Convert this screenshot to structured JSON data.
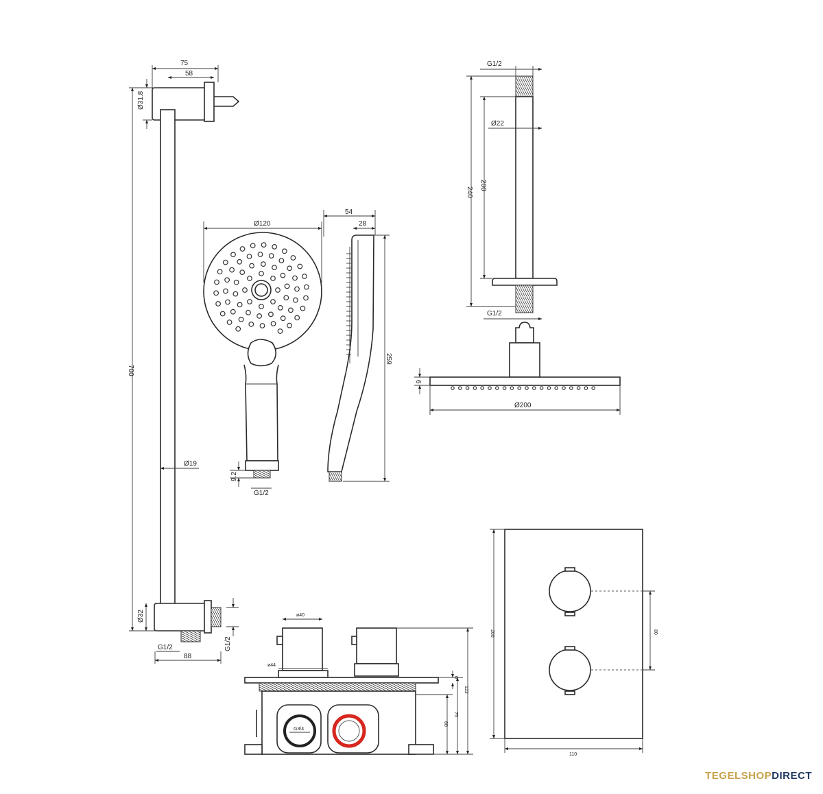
{
  "slide_bar": {
    "dims": {
      "overall_depth": "75",
      "holder_depth": "58",
      "bracket_dia": "Ø31.8",
      "length": "700",
      "rod_dia": "Ø19",
      "bottom_dia": "Ø32",
      "thread_left": "G1/2",
      "thread_right": "G1/2",
      "center": "88"
    }
  },
  "hand_shower": {
    "dims": {
      "head_dia": "Ø120",
      "depth": "54",
      "handle_depth": "28",
      "length": "259",
      "thread_len": "9.2",
      "thread": "G1/2"
    }
  },
  "head_shower": {
    "dims": {
      "thread_top": "G1/2",
      "arm_dia": "Ø22",
      "arm_total": "240",
      "arm_length": "200",
      "thread_bottom": "G1/2",
      "head_thickness": "6",
      "head_dia": "Ø200"
    }
  },
  "thermostat": {
    "dims": {
      "knob_dia": "ø40",
      "wall_dia": "ø44",
      "inlet": "G3/4",
      "outer": "123",
      "mid": "75",
      "box": "60",
      "flush": "0"
    }
  },
  "plate": {
    "dims": {
      "height": "200",
      "knob_spacing": "80",
      "width": "110"
    }
  },
  "brand": {
    "part1": "TEGELSHOP",
    "part2": "DIRECT"
  },
  "colors": {
    "line": "#2b2b2b",
    "hot_ring": "#d7261e",
    "brand_gold": "#c8a24a",
    "brand_navy": "#1f3a5f"
  }
}
